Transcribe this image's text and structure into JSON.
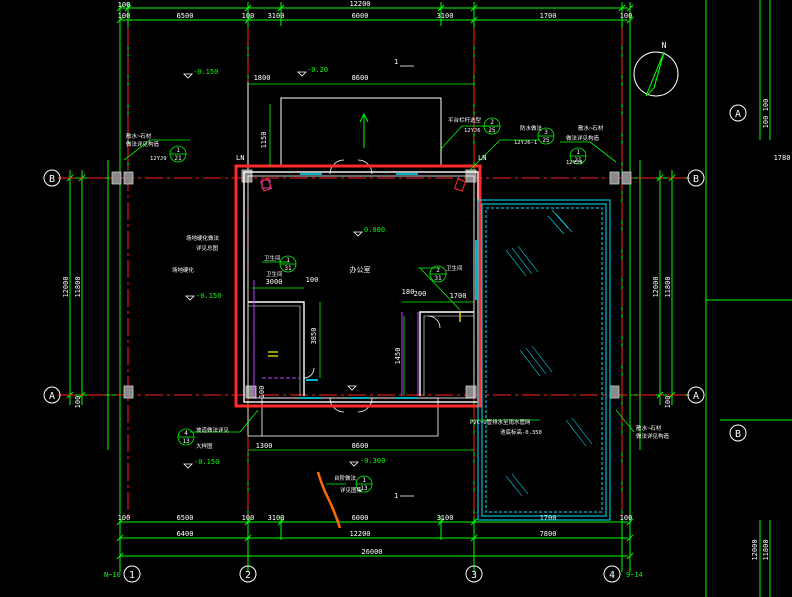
{
  "colors": {
    "background": "#000000",
    "dimension": "#00ff00",
    "axis_red": "#ff2020",
    "wall_white": "#ffffff",
    "door_cyan": "#00e5ff",
    "room_magenta": "#c040ff",
    "window_yellow": "#ffff00",
    "column_gray": "#909090",
    "highlight_red": "#ff2a2a",
    "path_orange": "#ff6a00",
    "pool_cyan": "#00e5ff",
    "frame_blue": "#3a3aff"
  },
  "top_dims": [
    "100",
    "6500",
    "100",
    "3100",
    "6000",
    "3100",
    "1700",
    "100"
  ],
  "top_total": "12200",
  "top_left_edge": "100",
  "bottom_dims": [
    "100",
    "6500",
    "100",
    "3100",
    "6000",
    "3100",
    "1700",
    "100"
  ],
  "bottom_row2": [
    "6400",
    "12200",
    "7800"
  ],
  "bottom_total": "26000",
  "left_dims": [
    "12000",
    "11800",
    "100"
  ],
  "right_dims": [
    "12000",
    "11800",
    "100"
  ],
  "axis_labels": {
    "B": "B",
    "A": "A",
    "col1": "1",
    "col2": "2",
    "col3": "3",
    "col4": "4",
    "right_A": "A",
    "right_B": "B"
  },
  "bottom_notes": [
    "N~10",
    "9~14"
  ],
  "compass": {
    "north_label": "N"
  },
  "room": {
    "name": "办公室",
    "floor_level": "0.000",
    "upper_dims": [
      "1800",
      "8600"
    ],
    "bottom_dims": [
      "1300",
      "8600"
    ],
    "left_width": "3000",
    "left_room_dim": "100",
    "left_room_height": "3850",
    "right_width": "1700",
    "right_dims": [
      "180",
      "200"
    ],
    "right_room_height": "1450",
    "side_dim": "1150",
    "left_small": "100"
  },
  "levels": {
    "outdoor_top_left": "-0.150",
    "outdoor_top_mid": "-0.20",
    "outdoor_left": "-0.150",
    "outdoor_bottom_left": "-0.150",
    "outdoor_bottom_mid": "-0.300",
    "pool": "-0.350"
  },
  "labels": {
    "ln_left": "LN",
    "ln_right": "LN",
    "one_top": "1",
    "one_bottom": "1",
    "left_note1": "散水~石材",
    "left_note2": "做法详见构造",
    "left_note_ref": "12YJ9",
    "left_tag_top": "1",
    "left_tag_bot": "21",
    "right_note1": "散水~石材",
    "right_note2": "做法详见构造",
    "right_note_ref": "12YJ9",
    "right_tag_top": "1",
    "right_tag_bot": "21",
    "top_note1": "平台栏杆选型",
    "top_note_ref": "12YJ6",
    "top_tag_top": "2",
    "top_tag_bot": "25",
    "mid_note1": "防水做法",
    "mid_note_ref": "12YJ6-1",
    "mid_tag_top": "3",
    "mid_tag_bot": "25",
    "left_area1": "场地硬化做法",
    "left_area2": "详见总图",
    "left_area3": "场地硬化",
    "room_tag_label": "卫生间",
    "room_tag_top": "1",
    "room_tag_bot": "31",
    "room_tag2_label": "卫生间",
    "room_tag2_top": "2",
    "room_tag2_bot": "31",
    "tag2_note": "卫生间",
    "bottom_left_note1": "坡道做法详见",
    "bottom_left_note2": "大样图",
    "bl_tag_top": "4",
    "bl_tag_bot": "13",
    "bottom_mid_note": "台阶做法",
    "bm_tag_top": "1",
    "bm_tag_bot": "13",
    "bm_sub": "详见图集",
    "pool_note1": "PVC~U管排水至雨水管网",
    "pool_note2": "池底标高-0.350",
    "pool_note_tag": "2",
    "right_lower_note1": "散水~石材",
    "right_lower_note2": "做法详见构造",
    "right_far_dims": [
      "100",
      "100"
    ],
    "right_far_dim2": "12000",
    "right_far_dim3": "11800",
    "right_mid_tags": [
      "1780"
    ]
  }
}
